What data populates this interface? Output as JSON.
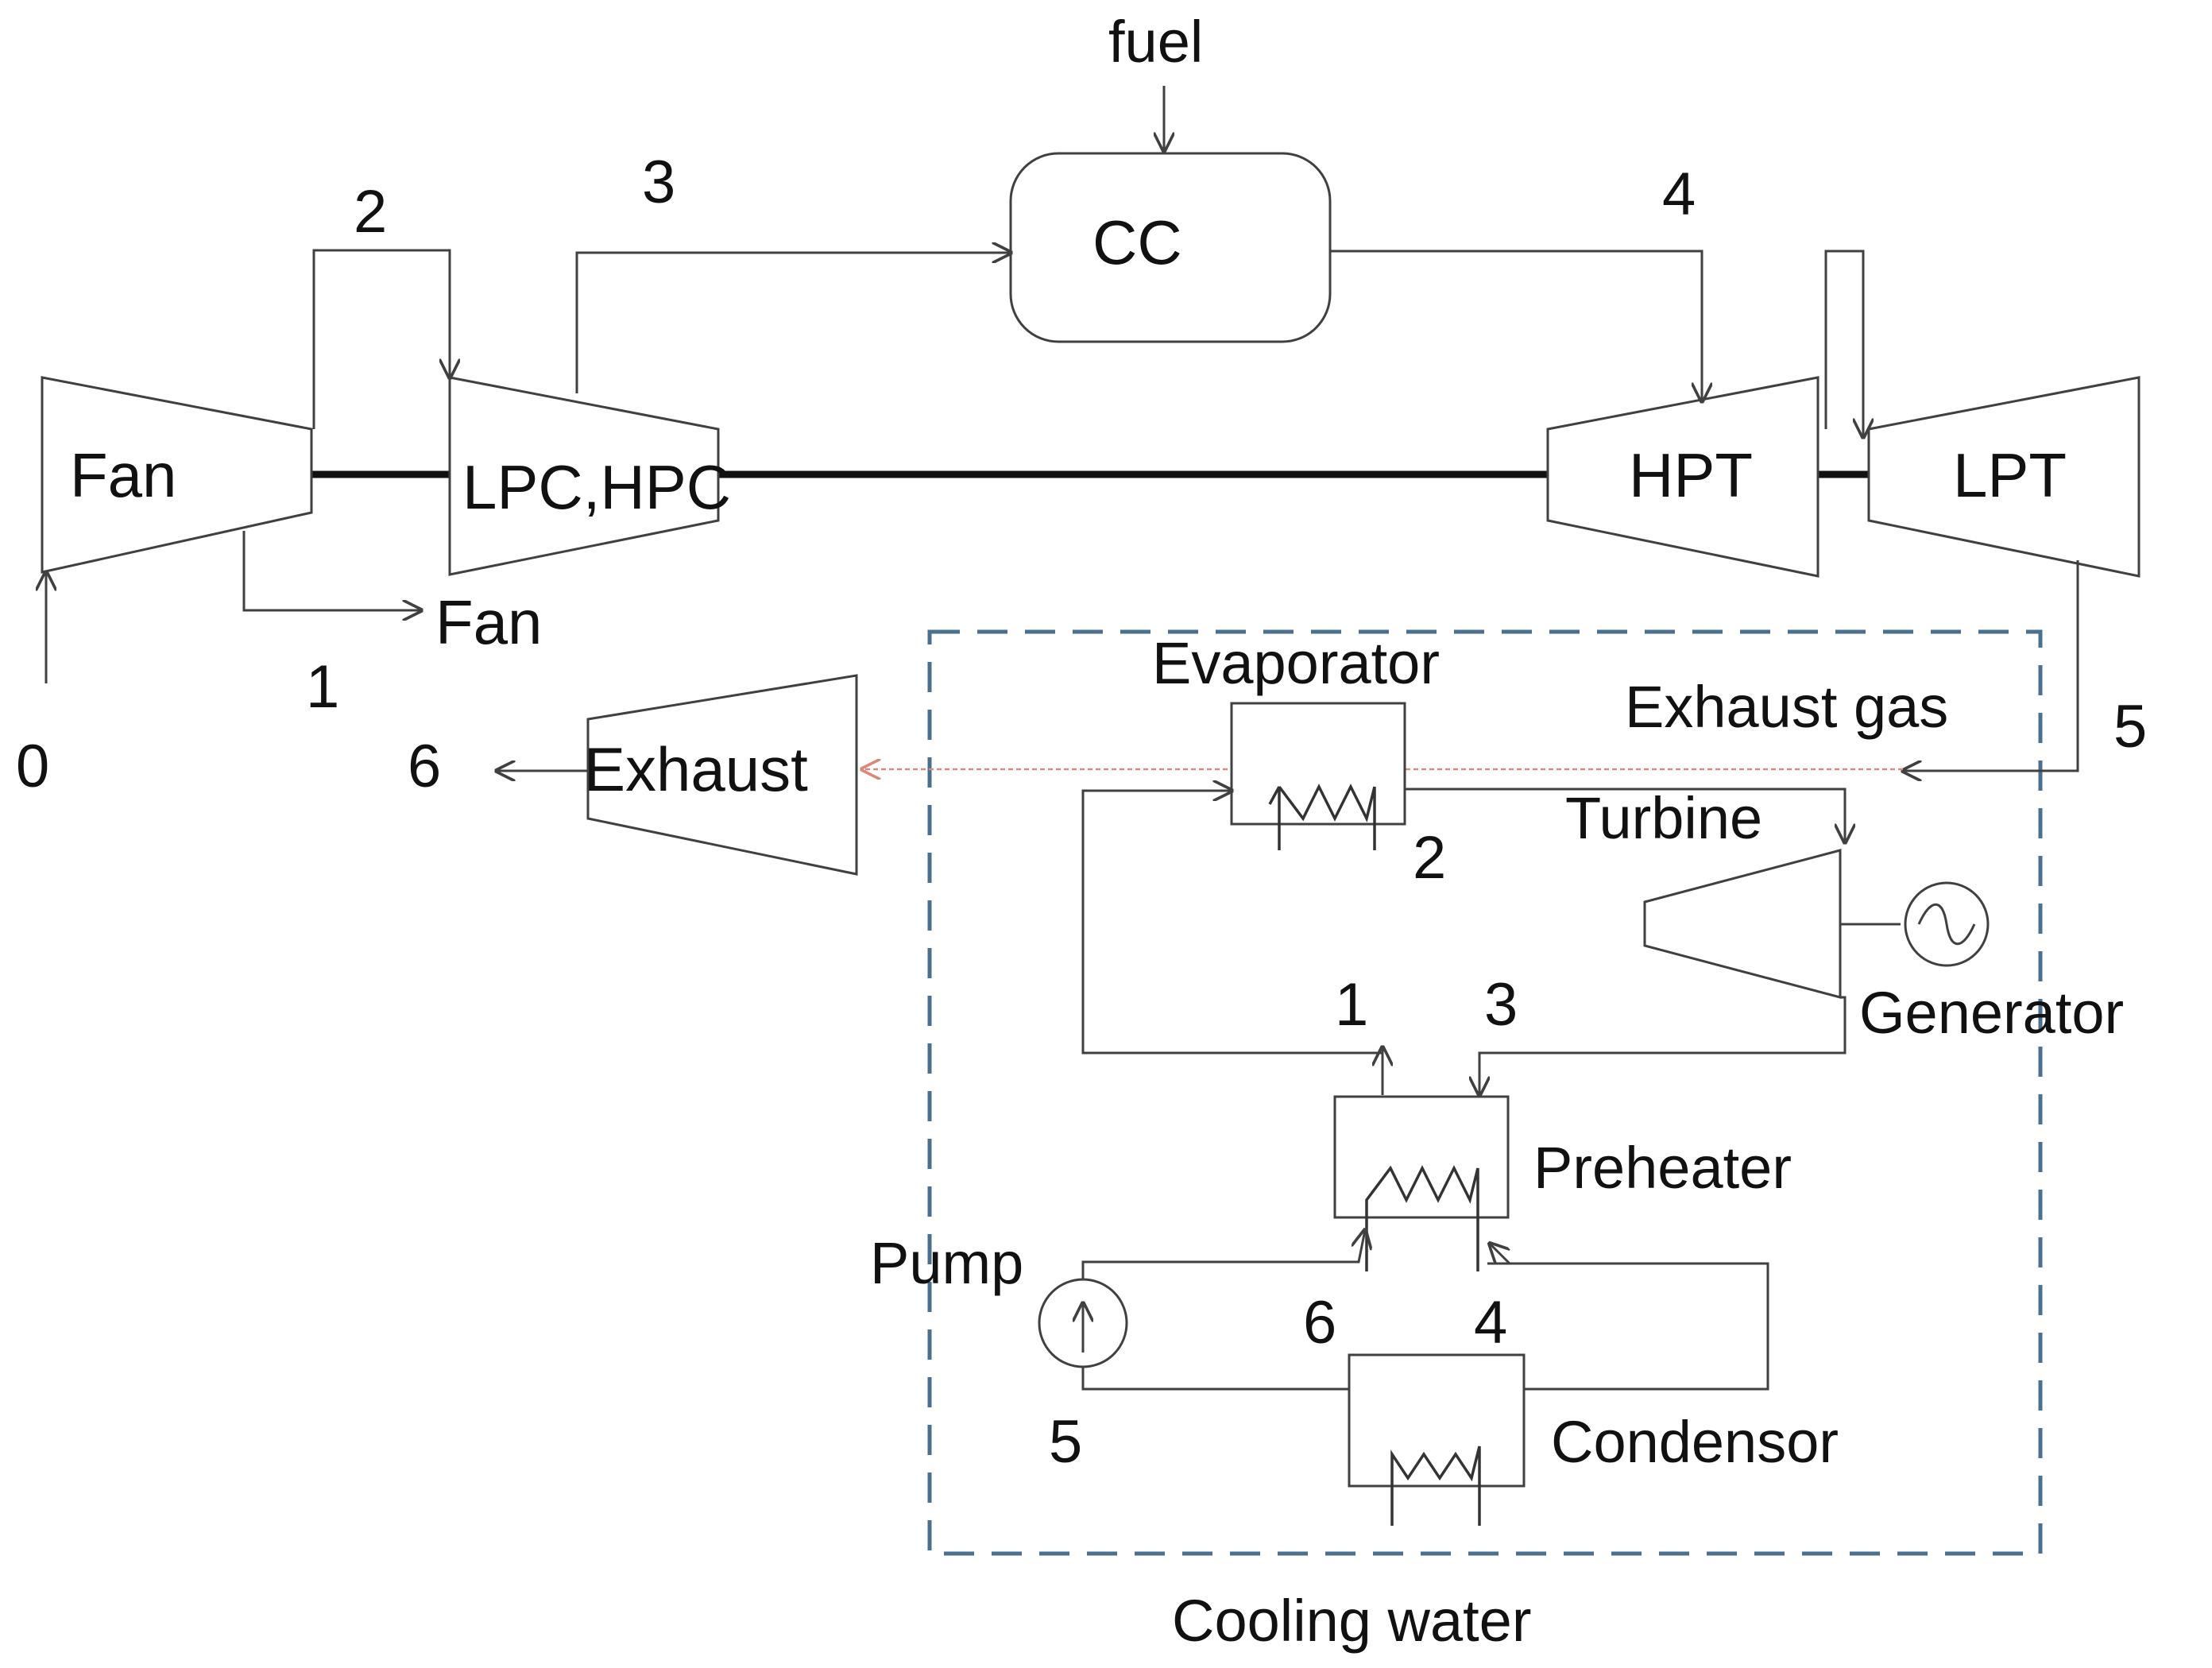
{
  "components": {
    "fan": "Fan",
    "lpc_hpc": "LPC,HPC",
    "combustion_chamber": "CC",
    "hpt": "HPT",
    "lpt": "LPT",
    "fuel": "fuel",
    "fan_outlet": "Fan",
    "exhaust": "Exhaust",
    "exhaust_gas": "Exhaust gas",
    "evaporator": "Evaporator",
    "turbine": "Turbine",
    "generator": "Generator",
    "preheater": "Preheater",
    "pump": "Pump",
    "condensor": "Condensor",
    "cooling_water": "Cooling water"
  },
  "gas_states": [
    "0",
    "1",
    "2",
    "3",
    "4",
    "5",
    "6"
  ],
  "orc_states": [
    "1",
    "2",
    "3",
    "4",
    "5",
    "6"
  ],
  "colors": {
    "line": "#404040",
    "shaft": "#111111",
    "boundary_dash": "#4a6f8f",
    "exhaust_gas_line": "#d98a7a"
  }
}
